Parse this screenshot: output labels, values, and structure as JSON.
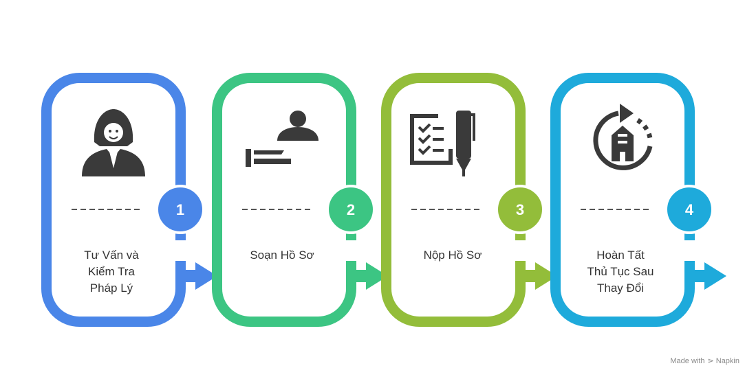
{
  "steps": [
    {
      "number": "1",
      "label": "Tư Vấn và\nKiểm Tra\nPháp Lý",
      "color": "#4A86E8",
      "icon": "lawyer-icon"
    },
    {
      "number": "2",
      "label": "Soạn Hồ Sơ",
      "color": "#3CC583",
      "icon": "drafting-hand-person-icon"
    },
    {
      "number": "3",
      "label": "Nộp Hồ Sơ",
      "color": "#93BD3A",
      "icon": "checklist-pen-icon"
    },
    {
      "number": "4",
      "label": "Hoàn Tất\nThủ Tục Sau\nThay Đổi",
      "color": "#1EAADB",
      "icon": "renew-building-icon"
    }
  ],
  "watermark": {
    "prefix": "Made with",
    "brand": "Napkin"
  }
}
